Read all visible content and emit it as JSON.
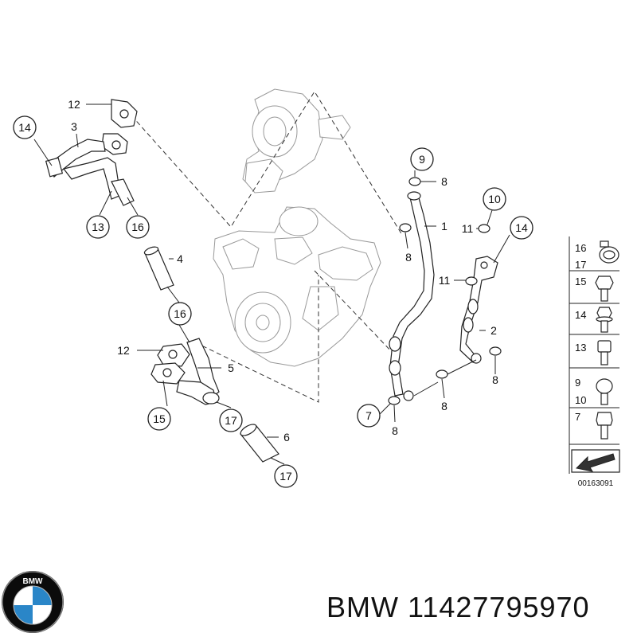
{
  "diagram": {
    "callouts_circled": [
      "14",
      "13",
      "16",
      "16",
      "15",
      "17",
      "17",
      "9",
      "10",
      "14",
      "7"
    ],
    "labels_plain": [
      "12",
      "3",
      "4",
      "12",
      "5",
      "6",
      "8",
      "1",
      "8",
      "11",
      "11",
      "2",
      "8",
      "8",
      "8"
    ],
    "legend": {
      "rows": [
        {
          "parts": "16 / 17"
        },
        {
          "parts": "15"
        },
        {
          "parts": "14"
        },
        {
          "parts": "13"
        },
        {
          "parts": "9 / 10"
        },
        {
          "parts": "7"
        }
      ],
      "code": "00163091"
    }
  },
  "logo": {
    "brand_text": "BMW",
    "icon": "bmw-roundel-icon"
  },
  "caption": {
    "text": "BMW 11427795970"
  },
  "colors": {
    "bmw_blue": "#2a86c8",
    "line": "#222222"
  }
}
